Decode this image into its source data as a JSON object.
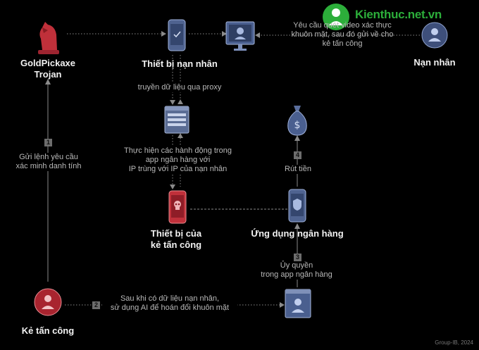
{
  "watermark": {
    "text": "Kienthuc.net.vn"
  },
  "nodes": {
    "trojan": "GoldPickaxe\nTrojan",
    "victim_device": "Thiết bị nạn nhân",
    "victim": "Nạn nhân",
    "attacker_device": "Thiết bị của\nkẻ tấn công",
    "bank_app": "Ứng dụng ngân hàng",
    "attacker": "Kẻ tấn công"
  },
  "labels": {
    "face_request": "Yêu cầu quét video xác thực\nkhuôn mặt, sau đó gửi về cho\nkẻ tấn công",
    "proxy": "truyền dữ liệu qua proxy",
    "actions": "Thực hiện các hành động trong\napp ngân hàng với\nIP trùng với IP của nạn nhân",
    "withdraw": "Rút tiền",
    "authorize": "Ủy quyền\ntrong app ngân hàng",
    "send_cmd": "Gửi lệnh yêu cầu\nxác minh danh tính",
    "face_swap": "Sau khi có dữ liệu nạn nhân,\nsử dụng AI để hoán đổi khuôn mặt"
  },
  "steps": {
    "s1": "1",
    "s2": "2",
    "s3": "3",
    "s4": "4"
  },
  "credit": "Group-IB, 2024",
  "colors": {
    "accent_red": "#c0303a",
    "accent_blue": "#4a5f8f",
    "watermark_green": "#2cae3a"
  },
  "icons": [
    "chess-knight-icon",
    "phone-icon",
    "face-scan-monitor-icon",
    "user-icon",
    "proxy-window-icon",
    "money-bag-icon",
    "skull-phone-icon",
    "bank-phone-icon",
    "face-swap-window-icon"
  ]
}
